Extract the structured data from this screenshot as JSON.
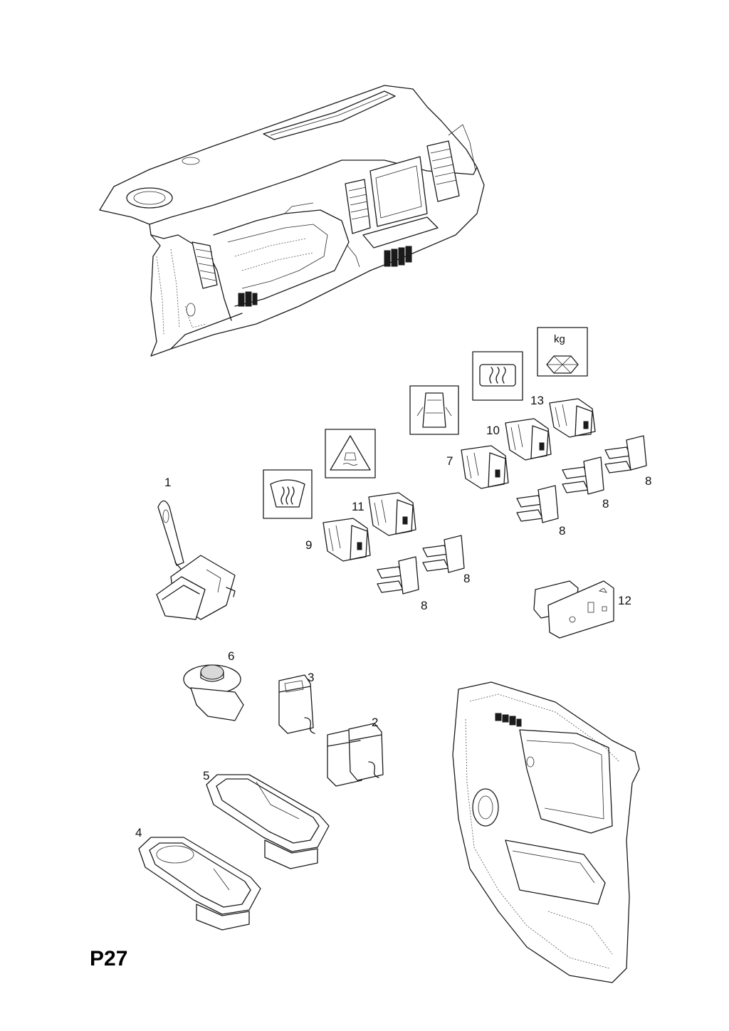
{
  "diagram": {
    "page_code": "P27",
    "callouts": {
      "c1": "1",
      "c2": "2",
      "c3": "3",
      "c4": "4",
      "c5": "5",
      "c6": "6",
      "c7": "7",
      "c8a": "8",
      "c8b": "8",
      "c8c": "8",
      "c8d": "8",
      "c8e": "8",
      "c9": "9",
      "c10": "10",
      "c11": "11",
      "c12": "12",
      "c13": "13"
    },
    "icons": {
      "load_icon_text": "kg",
      "windscreen_heat": "windscreen-defrost-icon",
      "traction": "traction-control-icon",
      "door_lock": "door-lock-icon",
      "rear_heat": "rear-window-defrost-icon",
      "load_icon": "load-weight-icon"
    },
    "colors": {
      "line": "#1a1a1a",
      "background": "#ffffff"
    }
  }
}
